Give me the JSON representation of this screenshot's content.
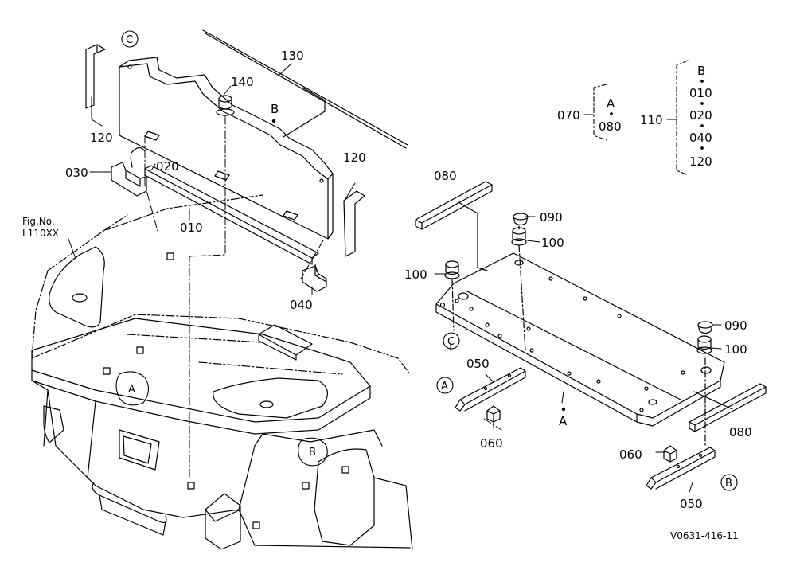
{
  "callouts": {
    "p010": "010",
    "p020": "020",
    "p030": "030",
    "p040": "040",
    "p050_left": "050",
    "p050_right": "050",
    "p060_left": "060",
    "p060_right": "060",
    "p070": "070",
    "p080_top": "080",
    "p080_right": "080",
    "p090_top": "090",
    "p090_right": "090",
    "p100_top": "100",
    "p100_left": "100",
    "p100_right": "100",
    "p110": "110",
    "p120_left": "120",
    "p120_right": "120",
    "p130": "130",
    "p140": "140"
  },
  "point_markers": {
    "B_panel": "B",
    "A_plate": "A"
  },
  "ref_circles": {
    "C_top": "C",
    "C_bottom": "C",
    "A_body": "A",
    "A_bracket": "A",
    "B_body": "B",
    "B_bracket": "B"
  },
  "legend_A": {
    "group": "070",
    "head": "A",
    "items": [
      "080"
    ]
  },
  "legend_B": {
    "group": "110",
    "head": "B",
    "items": [
      "010",
      "020",
      "040",
      "120"
    ]
  },
  "figure_ref": {
    "line1": "Fig.No.",
    "line2": "L110XX"
  },
  "drawing_id": "V0631-416-11"
}
